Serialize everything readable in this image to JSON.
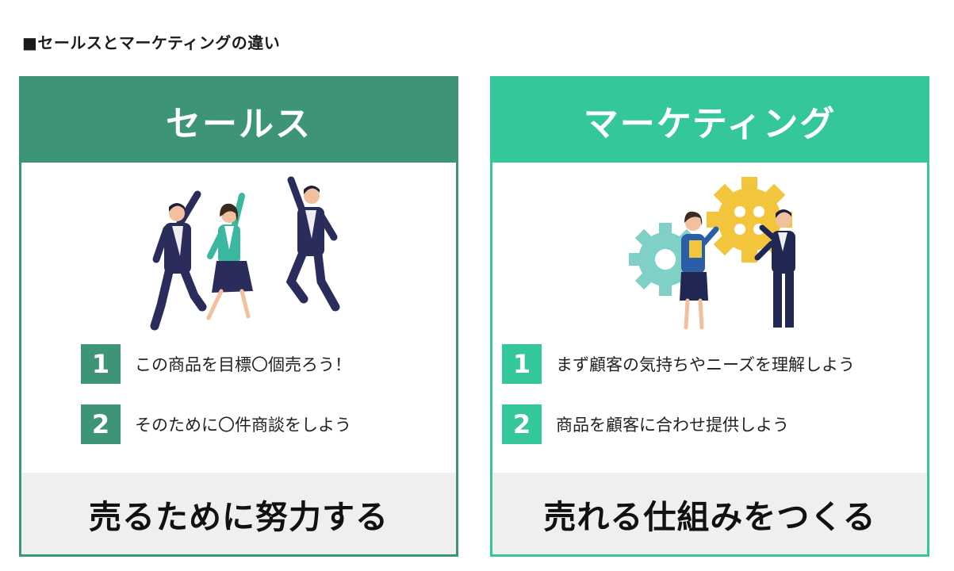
{
  "title": "■セールスとマーケティングの違い",
  "sales": {
    "heading": "セールス",
    "points": [
      {
        "num": "1",
        "text": "この商品を目標〇個売ろう！"
      },
      {
        "num": "2",
        "text": "そのために〇件商談をしよう"
      }
    ],
    "summary": "売るために努力する",
    "colors": {
      "accent": "#3e9479"
    }
  },
  "marketing": {
    "heading": "マーケティング",
    "points": [
      {
        "num": "1",
        "text": "まず顧客の気持ちやニーズを理解しよう"
      },
      {
        "num": "2",
        "text": "商品を顧客に合わせ提供しよう"
      }
    ],
    "summary": "売れる仕組みをつくる",
    "colors": {
      "accent": "#35c79c"
    }
  }
}
